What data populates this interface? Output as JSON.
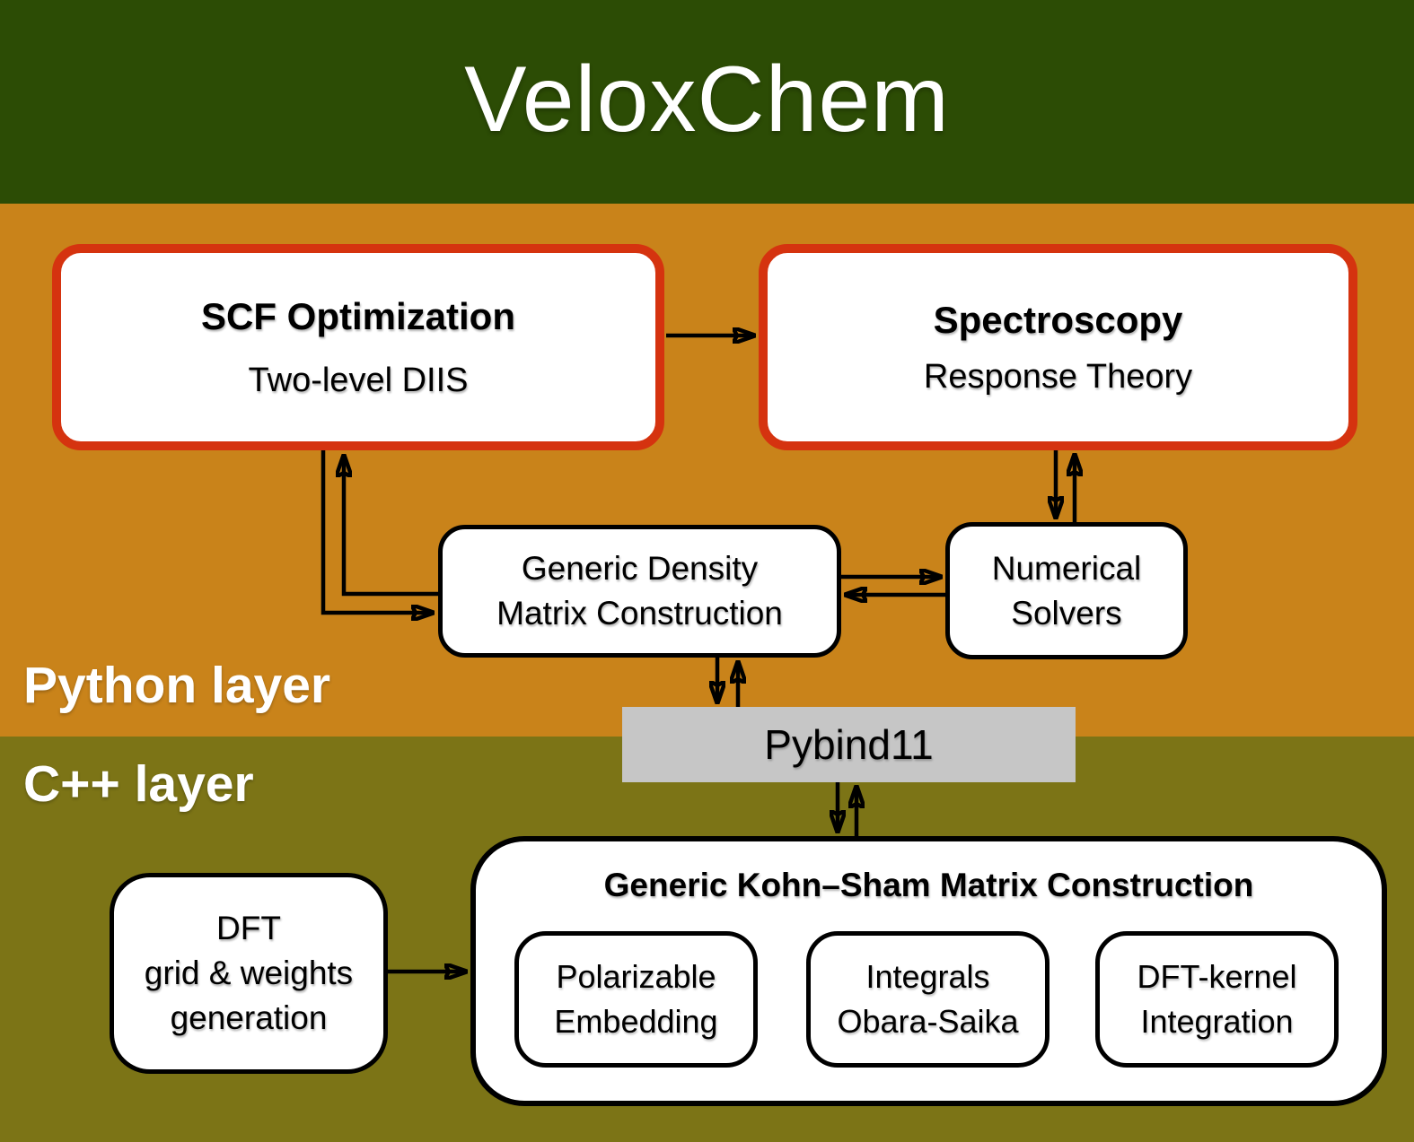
{
  "title": "VeloxChem",
  "layers": {
    "python": {
      "label": "Python layer",
      "band_color": "#c9831a"
    },
    "cpp": {
      "label": "C++ layer",
      "band_color": "#7c7416"
    },
    "header_band_color": "#2c4c05"
  },
  "colors": {
    "highlight_border_red": "#d5330f",
    "node_border_black": "#000000",
    "node_fill_white": "#ffffff",
    "pybind_gray": "#c6c6c6",
    "title_text_white": "#ffffff",
    "arrow_black": "#000000"
  },
  "boxes": {
    "scf": {
      "title": "SCF Optimization",
      "subtitle": "Two-level DIIS"
    },
    "spectroscopy": {
      "title": "Spectroscopy",
      "subtitle": "Response Theory"
    },
    "density": {
      "line1": "Generic Density",
      "line2": "Matrix Construction"
    },
    "solvers": {
      "line1": "Numerical",
      "line2": "Solvers"
    },
    "pybind": {
      "label": "Pybind11"
    },
    "kohn_sham": {
      "title": "Generic Kohn–Sham Matrix Construction",
      "children": [
        {
          "line1": "Polarizable",
          "line2": "Embedding"
        },
        {
          "line1": "Integrals",
          "line2": "Obara-Saika"
        },
        {
          "line1": "DFT-kernel",
          "line2": "Integration"
        }
      ]
    },
    "dft_grid": {
      "line1": "DFT",
      "line2": "grid & weights",
      "line3": "generation"
    }
  },
  "edges": [
    {
      "from": "scf",
      "to": "spectroscopy",
      "style": "one-way"
    },
    {
      "from": "scf",
      "to": "density",
      "style": "two-way"
    },
    {
      "from": "density",
      "to": "solvers",
      "style": "two-way"
    },
    {
      "from": "spectroscopy",
      "to": "solvers",
      "style": "two-way"
    },
    {
      "from": "density",
      "to": "pybind",
      "style": "two-way"
    },
    {
      "from": "pybind",
      "to": "kohn_sham",
      "style": "two-way"
    },
    {
      "from": "dft_grid",
      "to": "kohn_sham",
      "style": "one-way"
    }
  ]
}
